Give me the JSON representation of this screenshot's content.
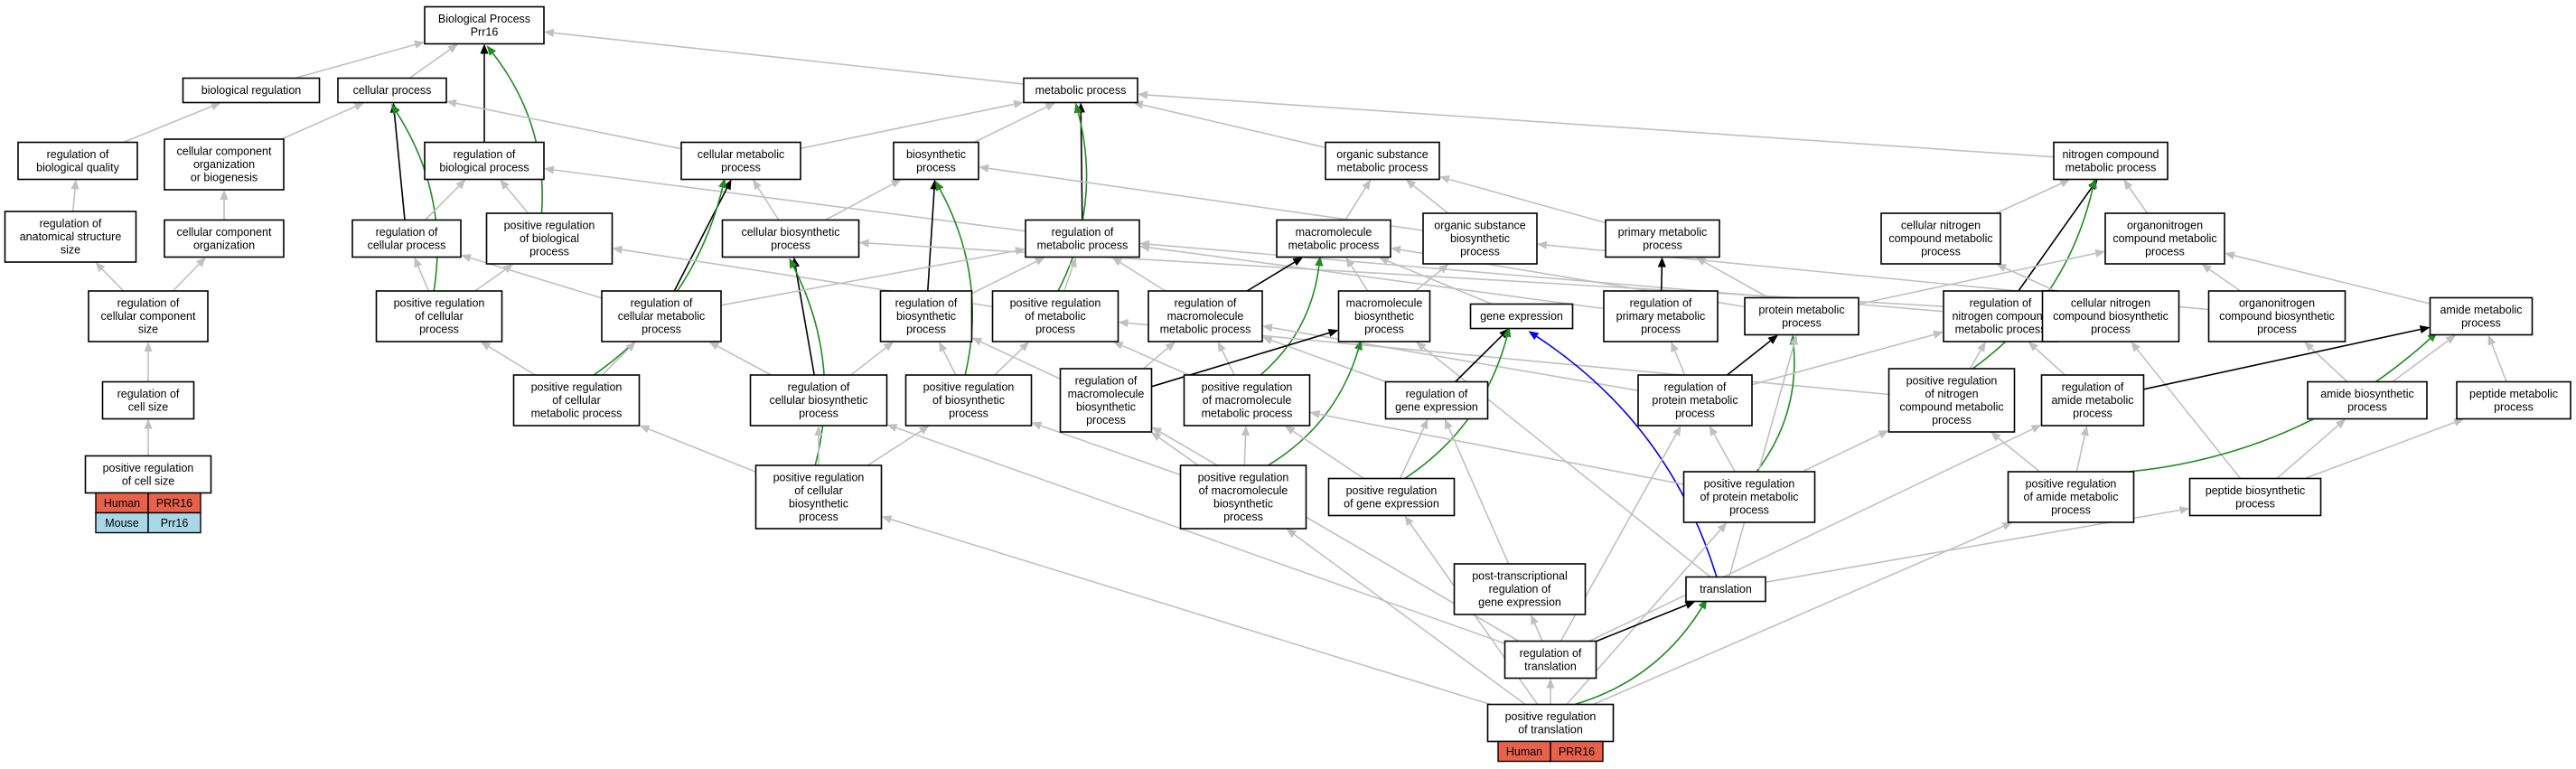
{
  "colors": {
    "gray": "#c0c0c0",
    "black": "#000000",
    "green": "#228b22",
    "blue": "#0000ff",
    "human": "#e8614a",
    "mouse": "#a8d8e6"
  },
  "nodes": [
    {
      "id": "bp",
      "lines": [
        "Biological Process",
        "Prr16"
      ]
    },
    {
      "id": "breg",
      "lines": [
        "biological regulation"
      ]
    },
    {
      "id": "cp",
      "lines": [
        "cellular process"
      ]
    },
    {
      "id": "mp",
      "lines": [
        "metabolic process"
      ]
    },
    {
      "id": "rbq",
      "lines": [
        "regulation of",
        "biological quality"
      ]
    },
    {
      "id": "ccob",
      "lines": [
        "cellular component",
        "organization",
        "or biogenesis"
      ]
    },
    {
      "id": "rbp",
      "lines": [
        "regulation of",
        "biological process"
      ]
    },
    {
      "id": "cmp",
      "lines": [
        "cellular metabolic",
        "process"
      ]
    },
    {
      "id": "bsp",
      "lines": [
        "biosynthetic",
        "process"
      ]
    },
    {
      "id": "osmp",
      "lines": [
        "organic substance",
        "metabolic process"
      ]
    },
    {
      "id": "ncmp",
      "lines": [
        "nitrogen compound",
        "metabolic process"
      ]
    },
    {
      "id": "rass",
      "lines": [
        "regulation of",
        "anatomical structure",
        "size"
      ]
    },
    {
      "id": "cco",
      "lines": [
        "cellular component",
        "organization"
      ]
    },
    {
      "id": "rcp",
      "lines": [
        "regulation of",
        "cellular process"
      ]
    },
    {
      "id": "prbp",
      "lines": [
        "positive regulation",
        "of biological",
        "process"
      ]
    },
    {
      "id": "cbp",
      "lines": [
        "cellular biosynthetic",
        "process"
      ]
    },
    {
      "id": "rmp",
      "lines": [
        "regulation of",
        "metabolic process"
      ]
    },
    {
      "id": "mmp",
      "lines": [
        "macromolecule",
        "metabolic process"
      ]
    },
    {
      "id": "osbp",
      "lines": [
        "organic substance",
        "biosynthetic",
        "process"
      ]
    },
    {
      "id": "pmp",
      "lines": [
        "primary metabolic",
        "process"
      ]
    },
    {
      "id": "cncmp",
      "lines": [
        "cellular nitrogen",
        "compound metabolic",
        "process"
      ]
    },
    {
      "id": "oncmp",
      "lines": [
        "organonitrogen",
        "compound metabolic",
        "process"
      ]
    },
    {
      "id": "rccs",
      "lines": [
        "regulation of",
        "cellular component",
        "size"
      ]
    },
    {
      "id": "prcp",
      "lines": [
        "positive regulation",
        "of cellular",
        "process"
      ]
    },
    {
      "id": "rcmp",
      "lines": [
        "regulation of",
        "cellular metabolic",
        "process"
      ]
    },
    {
      "id": "rbsp",
      "lines": [
        "regulation of",
        "biosynthetic",
        "process"
      ]
    },
    {
      "id": "prmp",
      "lines": [
        "positive regulation",
        "of metabolic",
        "process"
      ]
    },
    {
      "id": "rmmp",
      "lines": [
        "regulation of",
        "macromolecule",
        "metabolic process"
      ]
    },
    {
      "id": "mbp",
      "lines": [
        "macromolecule",
        "biosynthetic",
        "process"
      ]
    },
    {
      "id": "ge",
      "lines": [
        "gene expression"
      ]
    },
    {
      "id": "rpmp",
      "lines": [
        "regulation of",
        "primary metabolic",
        "process"
      ]
    },
    {
      "id": "protmp",
      "lines": [
        "protein metabolic",
        "process"
      ]
    },
    {
      "id": "rncmp",
      "lines": [
        "regulation of",
        "nitrogen compound",
        "metabolic process"
      ]
    },
    {
      "id": "cncbp",
      "lines": [
        "cellular nitrogen",
        "compound biosynthetic",
        "process"
      ]
    },
    {
      "id": "oncbp",
      "lines": [
        "organonitrogen",
        "compound biosynthetic",
        "process"
      ]
    },
    {
      "id": "amp",
      "lines": [
        "amide metabolic",
        "process"
      ]
    },
    {
      "id": "rcs",
      "lines": [
        "regulation of",
        "cell size"
      ]
    },
    {
      "id": "prcmp",
      "lines": [
        "positive regulation",
        "of cellular",
        "metabolic process"
      ]
    },
    {
      "id": "rcbp",
      "lines": [
        "regulation of",
        "cellular biosynthetic",
        "process"
      ]
    },
    {
      "id": "prbsp",
      "lines": [
        "positive regulation",
        "of biosynthetic",
        "process"
      ]
    },
    {
      "id": "rmbp",
      "lines": [
        "regulation of",
        "macromolecule",
        "biosynthetic",
        "process"
      ]
    },
    {
      "id": "prmmp",
      "lines": [
        "positive regulation",
        "of macromolecule",
        "metabolic process"
      ]
    },
    {
      "id": "rge",
      "lines": [
        "regulation of",
        "gene expression"
      ]
    },
    {
      "id": "rprotmp",
      "lines": [
        "regulation of",
        "protein metabolic",
        "process"
      ]
    },
    {
      "id": "prncmp",
      "lines": [
        "positive regulation",
        "of nitrogen",
        "compound metabolic",
        "process"
      ]
    },
    {
      "id": "ramp",
      "lines": [
        "regulation of",
        "amide metabolic",
        "process"
      ]
    },
    {
      "id": "abp",
      "lines": [
        "amide biosynthetic",
        "process"
      ]
    },
    {
      "id": "pepmp",
      "lines": [
        "peptide metabolic",
        "process"
      ]
    },
    {
      "id": "prcs",
      "lines": [
        "positive regulation",
        "of cell size"
      ]
    },
    {
      "id": "prcbp",
      "lines": [
        "positive regulation",
        "of cellular",
        "biosynthetic",
        "process"
      ]
    },
    {
      "id": "prmbp",
      "lines": [
        "positive regulation",
        "of macromolecule",
        "biosynthetic",
        "process"
      ]
    },
    {
      "id": "prge",
      "lines": [
        "positive regulation",
        "of gene expression"
      ]
    },
    {
      "id": "prprotmp",
      "lines": [
        "positive regulation",
        "of protein metabolic",
        "process"
      ]
    },
    {
      "id": "pramp",
      "lines": [
        "positive regulation",
        "of amide metabolic",
        "process"
      ]
    },
    {
      "id": "pepbp",
      "lines": [
        "peptide biosynthetic",
        "process"
      ]
    },
    {
      "id": "ptrge",
      "lines": [
        "post-transcriptional",
        "regulation of",
        "gene expression"
      ]
    },
    {
      "id": "trans",
      "lines": [
        "translation"
      ]
    },
    {
      "id": "rtrans",
      "lines": [
        "regulation of",
        "translation"
      ]
    },
    {
      "id": "prtrans",
      "lines": [
        "positive regulation",
        "of translation"
      ]
    }
  ],
  "tags": [
    {
      "node": "prcs",
      "rows": [
        [
          "Human",
          "PRR16"
        ],
        [
          "Mouse",
          "Prr16"
        ]
      ]
    },
    {
      "node": "prtrans",
      "rows": [
        [
          "Human",
          "PRR16"
        ]
      ]
    }
  ],
  "edges": [
    {
      "from": "breg",
      "to": "bp",
      "color": "gray"
    },
    {
      "from": "cp",
      "to": "bp",
      "color": "gray"
    },
    {
      "from": "mp",
      "to": "bp",
      "color": "gray"
    },
    {
      "from": "rbp",
      "to": "bp",
      "color": "black"
    },
    {
      "from": "prbp",
      "to": "bp",
      "color": "green"
    },
    {
      "from": "rbq",
      "to": "breg",
      "color": "gray"
    },
    {
      "from": "ccob",
      "to": "cp",
      "color": "gray"
    },
    {
      "from": "cmp",
      "to": "cp",
      "color": "gray"
    },
    {
      "from": "rcp",
      "to": "cp",
      "color": "black"
    },
    {
      "from": "prcp",
      "to": "cp",
      "color": "green"
    },
    {
      "from": "cmp",
      "to": "mp",
      "color": "gray"
    },
    {
      "from": "bsp",
      "to": "mp",
      "color": "gray"
    },
    {
      "from": "osmp",
      "to": "mp",
      "color": "gray"
    },
    {
      "from": "ncmp",
      "to": "mp",
      "color": "gray"
    },
    {
      "from": "rmp",
      "to": "mp",
      "color": "black"
    },
    {
      "from": "prmp",
      "to": "mp",
      "color": "green"
    },
    {
      "from": "rass",
      "to": "rbq",
      "color": "gray"
    },
    {
      "from": "cco",
      "to": "ccob",
      "color": "gray"
    },
    {
      "from": "rcp",
      "to": "rbp",
      "color": "gray"
    },
    {
      "from": "prbp",
      "to": "rbp",
      "color": "gray"
    },
    {
      "from": "rmp",
      "to": "rbp",
      "color": "gray"
    },
    {
      "from": "cbp",
      "to": "cmp",
      "color": "gray"
    },
    {
      "from": "rcmp",
      "to": "cmp",
      "color": "black"
    },
    {
      "from": "prcmp",
      "to": "cmp",
      "color": "green"
    },
    {
      "from": "cbp",
      "to": "bsp",
      "color": "gray"
    },
    {
      "from": "osbp",
      "to": "bsp",
      "color": "gray"
    },
    {
      "from": "rbsp",
      "to": "bsp",
      "color": "black"
    },
    {
      "from": "prbsp",
      "to": "bsp",
      "color": "green"
    },
    {
      "from": "mmp",
      "to": "osmp",
      "color": "gray"
    },
    {
      "from": "osbp",
      "to": "osmp",
      "color": "gray"
    },
    {
      "from": "pmp",
      "to": "osmp",
      "color": "gray"
    },
    {
      "from": "cncmp",
      "to": "ncmp",
      "color": "gray"
    },
    {
      "from": "oncmp",
      "to": "ncmp",
      "color": "gray"
    },
    {
      "from": "rncmp",
      "to": "ncmp",
      "color": "black"
    },
    {
      "from": "prncmp",
      "to": "ncmp",
      "color": "green"
    },
    {
      "from": "rccs",
      "to": "rass",
      "color": "gray"
    },
    {
      "from": "rccs",
      "to": "cco",
      "color": "gray"
    },
    {
      "from": "prcp",
      "to": "rcp",
      "color": "gray"
    },
    {
      "from": "rcmp",
      "to": "rcp",
      "color": "gray"
    },
    {
      "from": "prcp",
      "to": "prbp",
      "color": "gray"
    },
    {
      "from": "prmp",
      "to": "prbp",
      "color": "gray"
    },
    {
      "from": "rcbp",
      "to": "cbp",
      "color": "black"
    },
    {
      "from": "prcbp",
      "to": "cbp",
      "color": "green"
    },
    {
      "from": "cncbp",
      "to": "cbp",
      "color": "gray"
    },
    {
      "from": "rcmp",
      "to": "rmp",
      "color": "gray"
    },
    {
      "from": "rbsp",
      "to": "rmp",
      "color": "gray"
    },
    {
      "from": "prmp",
      "to": "rmp",
      "color": "gray"
    },
    {
      "from": "rmmp",
      "to": "rmp",
      "color": "gray"
    },
    {
      "from": "rpmp",
      "to": "rmp",
      "color": "gray"
    },
    {
      "from": "rncmp",
      "to": "rmp",
      "color": "gray"
    },
    {
      "from": "mbp",
      "to": "mmp",
      "color": "gray"
    },
    {
      "from": "ge",
      "to": "mmp",
      "color": "gray"
    },
    {
      "from": "protmp",
      "to": "mmp",
      "color": "gray"
    },
    {
      "from": "rmmp",
      "to": "mmp",
      "color": "black"
    },
    {
      "from": "prmmp",
      "to": "mmp",
      "color": "green"
    },
    {
      "from": "mbp",
      "to": "osbp",
      "color": "gray"
    },
    {
      "from": "oncbp",
      "to": "osbp",
      "color": "gray"
    },
    {
      "from": "protmp",
      "to": "pmp",
      "color": "gray"
    },
    {
      "from": "rpmp",
      "to": "pmp",
      "color": "black"
    },
    {
      "from": "cncbp",
      "to": "cncmp",
      "color": "gray"
    },
    {
      "from": "protmp",
      "to": "oncmp",
      "color": "gray"
    },
    {
      "from": "oncbp",
      "to": "oncmp",
      "color": "gray"
    },
    {
      "from": "amp",
      "to": "oncmp",
      "color": "gray"
    },
    {
      "from": "rcs",
      "to": "rccs",
      "color": "gray"
    },
    {
      "from": "prcmp",
      "to": "prcp",
      "color": "gray"
    },
    {
      "from": "prcmp",
      "to": "rcmp",
      "color": "gray"
    },
    {
      "from": "rcbp",
      "to": "rcmp",
      "color": "gray"
    },
    {
      "from": "rcbp",
      "to": "rbsp",
      "color": "gray"
    },
    {
      "from": "prbsp",
      "to": "rbsp",
      "color": "gray"
    },
    {
      "from": "rmbp",
      "to": "rbsp",
      "color": "gray"
    },
    {
      "from": "prbsp",
      "to": "prmp",
      "color": "gray"
    },
    {
      "from": "prmmp",
      "to": "prmp",
      "color": "gray"
    },
    {
      "from": "prncmp",
      "to": "prmp",
      "color": "gray"
    },
    {
      "from": "rmbp",
      "to": "rmmp",
      "color": "gray"
    },
    {
      "from": "prmmp",
      "to": "rmmp",
      "color": "gray"
    },
    {
      "from": "rge",
      "to": "rmmp",
      "color": "gray"
    },
    {
      "from": "rprotmp",
      "to": "rmmp",
      "color": "gray"
    },
    {
      "from": "trans",
      "to": "mbp",
      "color": "gray"
    },
    {
      "from": "rmbp",
      "to": "mbp",
      "color": "black"
    },
    {
      "from": "prmbp",
      "to": "mbp",
      "color": "green"
    },
    {
      "from": "rge",
      "to": "ge",
      "color": "black"
    },
    {
      "from": "prge",
      "to": "ge",
      "color": "green"
    },
    {
      "from": "trans",
      "to": "ge",
      "color": "blue"
    },
    {
      "from": "rprotmp",
      "to": "rpmp",
      "color": "gray"
    },
    {
      "from": "rprotmp",
      "to": "protmp",
      "color": "black"
    },
    {
      "from": "prprotmp",
      "to": "protmp",
      "color": "green"
    },
    {
      "from": "trans",
      "to": "protmp",
      "color": "gray"
    },
    {
      "from": "rprotmp",
      "to": "rncmp",
      "color": "gray"
    },
    {
      "from": "prncmp",
      "to": "rncmp",
      "color": "gray"
    },
    {
      "from": "ramp",
      "to": "rncmp",
      "color": "gray"
    },
    {
      "from": "pepbp",
      "to": "cncbp",
      "color": "gray"
    },
    {
      "from": "abp",
      "to": "oncbp",
      "color": "gray"
    },
    {
      "from": "abp",
      "to": "amp",
      "color": "gray"
    },
    {
      "from": "pepmp",
      "to": "amp",
      "color": "gray"
    },
    {
      "from": "ramp",
      "to": "amp",
      "color": "black"
    },
    {
      "from": "pramp",
      "to": "amp",
      "color": "green"
    },
    {
      "from": "prcs",
      "to": "rcs",
      "color": "gray"
    },
    {
      "from": "prcbp",
      "to": "prcmp",
      "color": "gray"
    },
    {
      "from": "prcbp",
      "to": "rcbp",
      "color": "gray"
    },
    {
      "from": "rtrans",
      "to": "rcbp",
      "color": "gray"
    },
    {
      "from": "prcbp",
      "to": "prbsp",
      "color": "gray"
    },
    {
      "from": "prmbp",
      "to": "prbsp",
      "color": "gray"
    },
    {
      "from": "prmbp",
      "to": "rmbp",
      "color": "gray"
    },
    {
      "from": "rtrans",
      "to": "rmbp",
      "color": "gray"
    },
    {
      "from": "prmbp",
      "to": "prmmp",
      "color": "gray"
    },
    {
      "from": "prge",
      "to": "prmmp",
      "color": "gray"
    },
    {
      "from": "prprotmp",
      "to": "prmmp",
      "color": "gray"
    },
    {
      "from": "prge",
      "to": "rge",
      "color": "gray"
    },
    {
      "from": "ptrge",
      "to": "rge",
      "color": "gray"
    },
    {
      "from": "prprotmp",
      "to": "rprotmp",
      "color": "gray"
    },
    {
      "from": "rtrans",
      "to": "rprotmp",
      "color": "gray"
    },
    {
      "from": "prprotmp",
      "to": "prncmp",
      "color": "gray"
    },
    {
      "from": "pramp",
      "to": "prncmp",
      "color": "gray"
    },
    {
      "from": "pramp",
      "to": "ramp",
      "color": "gray"
    },
    {
      "from": "rtrans",
      "to": "ramp",
      "color": "gray"
    },
    {
      "from": "pepbp",
      "to": "abp",
      "color": "gray"
    },
    {
      "from": "pepbp",
      "to": "pepmp",
      "color": "gray"
    },
    {
      "from": "prtrans",
      "to": "prcbp",
      "color": "gray"
    },
    {
      "from": "prtrans",
      "to": "prmbp",
      "color": "gray"
    },
    {
      "from": "prtrans",
      "to": "prge",
      "color": "gray"
    },
    {
      "from": "prtrans",
      "to": "prprotmp",
      "color": "gray"
    },
    {
      "from": "prtrans",
      "to": "pramp",
      "color": "gray"
    },
    {
      "from": "trans",
      "to": "pepbp",
      "color": "gray"
    },
    {
      "from": "rtrans",
      "to": "ptrge",
      "color": "gray"
    },
    {
      "from": "rtrans",
      "to": "trans",
      "color": "black"
    },
    {
      "from": "prtrans",
      "to": "trans",
      "color": "green"
    },
    {
      "from": "prtrans",
      "to": "rtrans",
      "color": "gray"
    }
  ]
}
